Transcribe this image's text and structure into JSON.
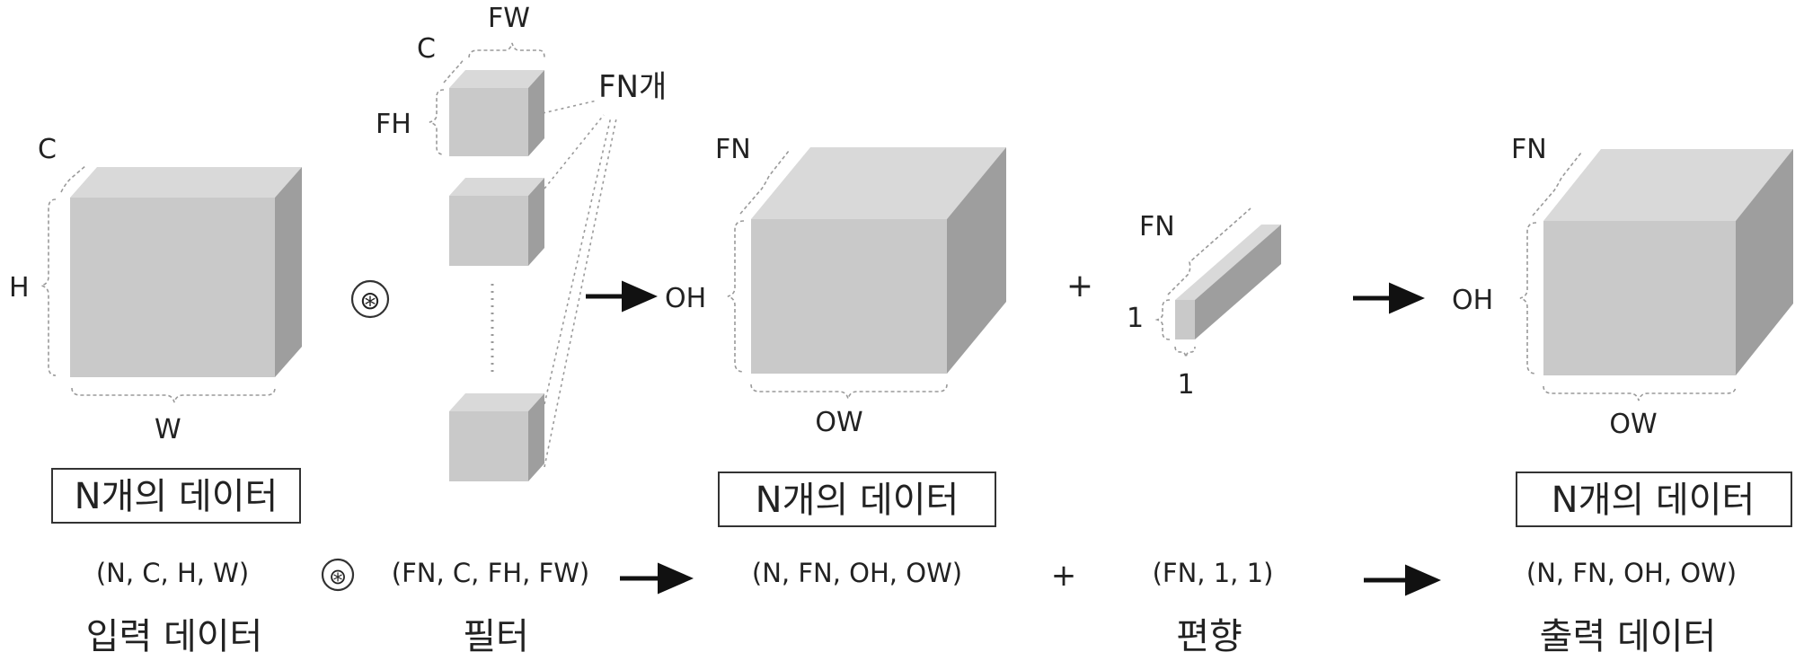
{
  "input": {
    "label_c": "C",
    "label_h": "H",
    "label_w": "W",
    "box_label": "N개의 데이터",
    "shape": "(N, C, H, W)",
    "caption": "입력 데이터"
  },
  "conv_op_symbol": "⊛",
  "filter": {
    "label_fw": "FW",
    "label_c": "C",
    "label_fh": "FH",
    "count_label": "FN개",
    "shape": "(FN, C, FH, FW)",
    "caption": "필터"
  },
  "conv_output": {
    "label_fn": "FN",
    "label_oh": "OH",
    "label_ow": "OW",
    "box_label": "N개의 데이터",
    "shape": "(N, FN, OH, OW)"
  },
  "plus_symbol": "+",
  "bias": {
    "label_fn": "FN",
    "label_1_left": "1",
    "label_1_bottom": "1",
    "shape": "(FN, 1, 1)",
    "caption": "편향"
  },
  "output": {
    "label_fn": "FN",
    "label_oh": "OH",
    "label_ow": "OW",
    "box_label": "N개의 데이터",
    "shape": "(N, FN, OH, OW)",
    "caption": "출력 데이터"
  }
}
